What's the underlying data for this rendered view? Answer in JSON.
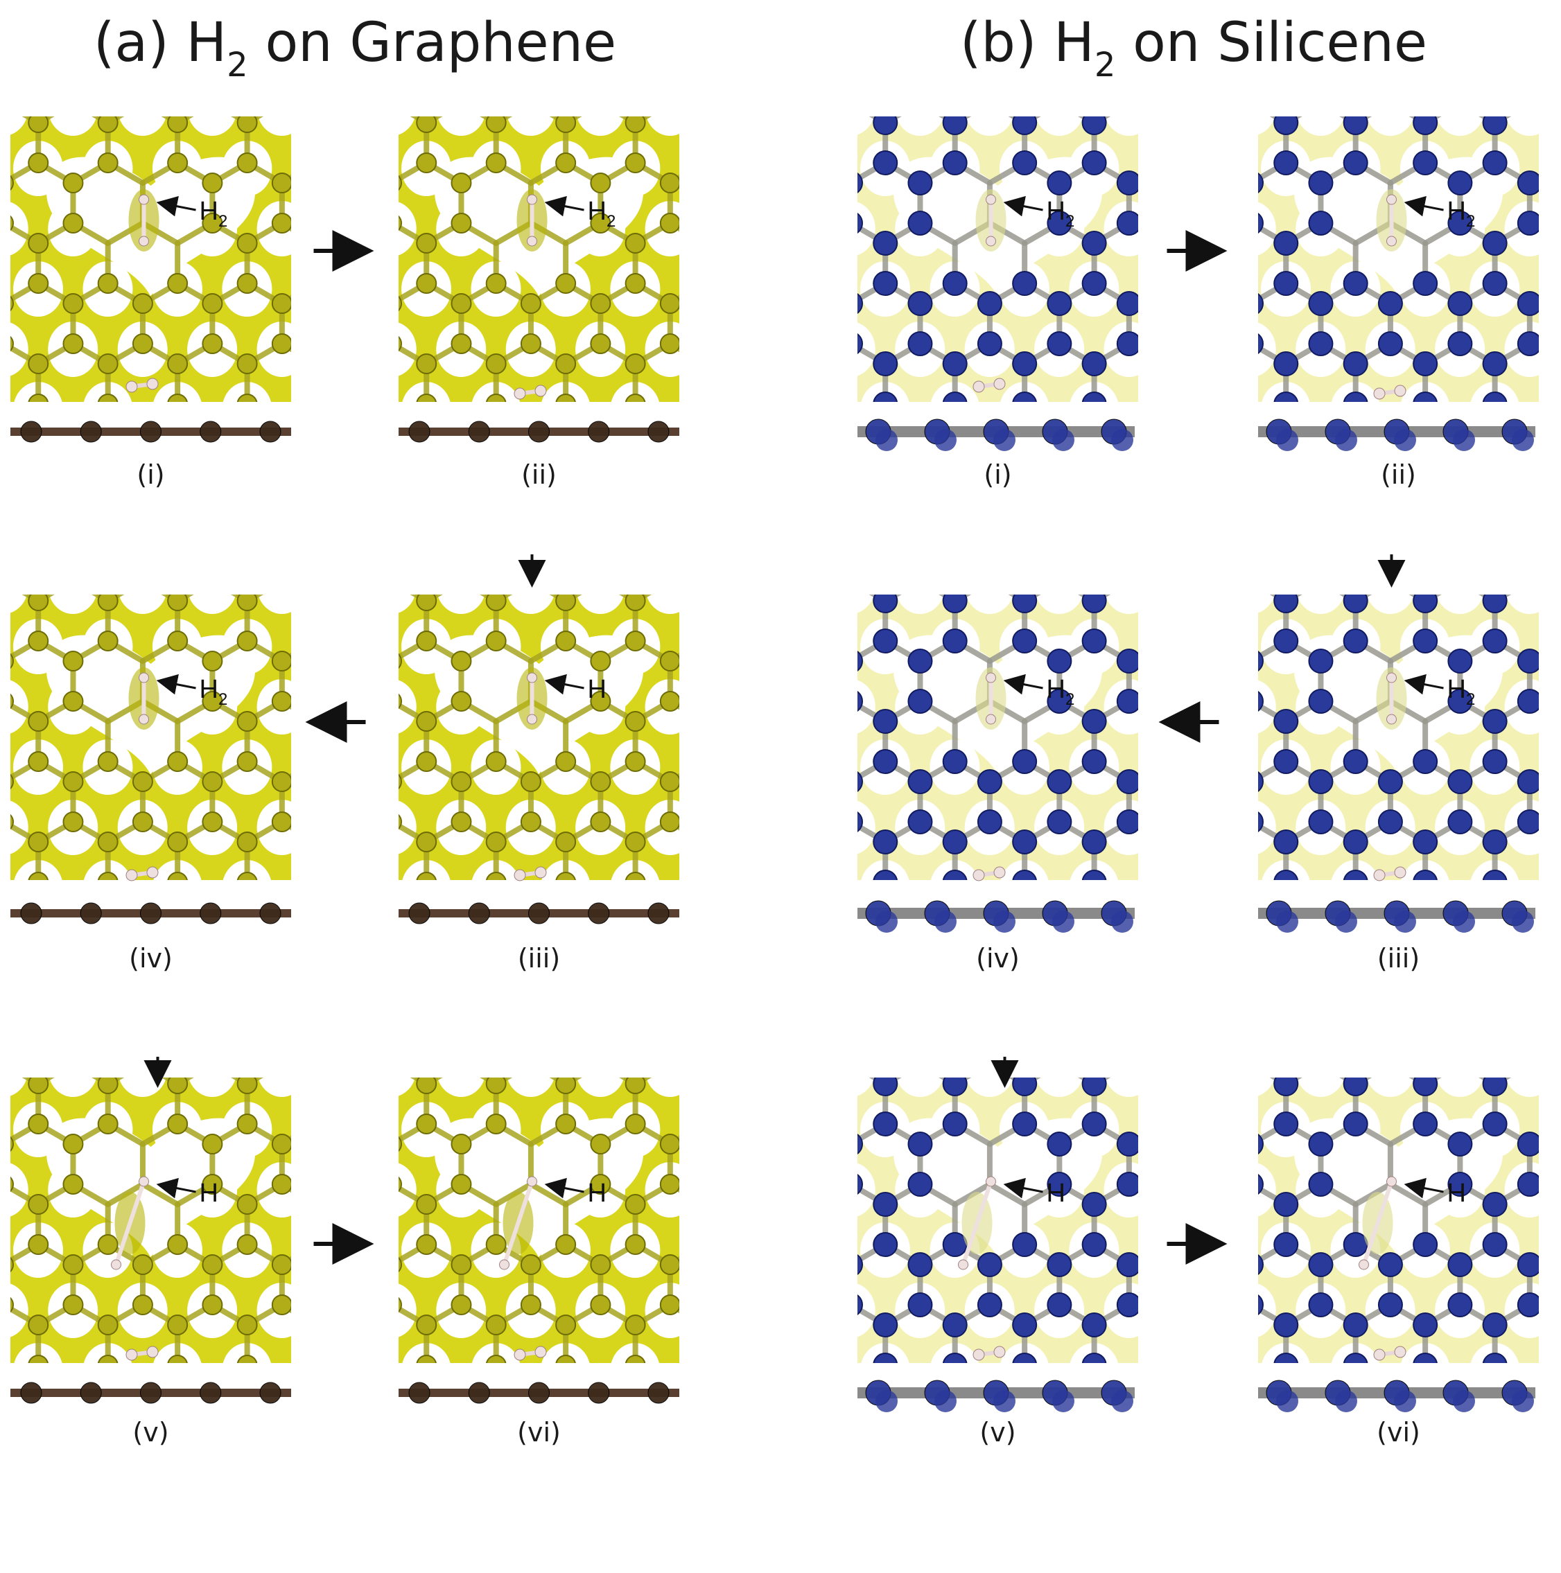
{
  "panels": [
    {
      "id": "a",
      "title_prefix": "(a) H",
      "title_sub": "2",
      "title_suffix": " on Graphene",
      "palette": {
        "iso": "#d8d61c",
        "iso_shade": "#b8b60c",
        "atom": "#b0ad18",
        "atom_dark": "#6e6c05",
        "bond": "#a8a520",
        "side_atom": "#3e2a1a",
        "side_bond": "#5a4030",
        "hydrogen": "#efe0e0"
      },
      "steps": [
        {
          "label": "(i)",
          "annotation": "H",
          "annotation_sub": "2"
        },
        {
          "label": "(ii)",
          "annotation": "H",
          "annotation_sub": "2"
        },
        {
          "label": "(iii)",
          "annotation": "H",
          "annotation_sub": ""
        },
        {
          "label": "(iv)",
          "annotation": "H",
          "annotation_sub": "2"
        },
        {
          "label": "(v)",
          "annotation": "H",
          "annotation_sub": ""
        },
        {
          "label": "(vi)",
          "annotation": "H",
          "annotation_sub": ""
        }
      ]
    },
    {
      "id": "b",
      "title_prefix": "(b) H",
      "title_sub": "2",
      "title_suffix": " on Silicene",
      "palette": {
        "iso": "#f3f2b4",
        "iso_shade": "#dcdc8c",
        "atom": "#2a3a9a",
        "atom_dark": "#101a60",
        "bond": "#9a9a90",
        "side_atom": "#2a3a9a",
        "side_bond": "#8a8a8a",
        "hydrogen": "#efe0e0"
      },
      "steps": [
        {
          "label": "(i)",
          "annotation": "H",
          "annotation_sub": "2"
        },
        {
          "label": "(ii)",
          "annotation": "H",
          "annotation_sub": "2"
        },
        {
          "label": "(iii)",
          "annotation": "H",
          "annotation_sub": "2"
        },
        {
          "label": "(iv)",
          "annotation": "H",
          "annotation_sub": "2"
        },
        {
          "label": "(v)",
          "annotation": "H",
          "annotation_sub": ""
        },
        {
          "label": "(vi)",
          "annotation": "H",
          "annotation_sub": ""
        }
      ]
    }
  ]
}
